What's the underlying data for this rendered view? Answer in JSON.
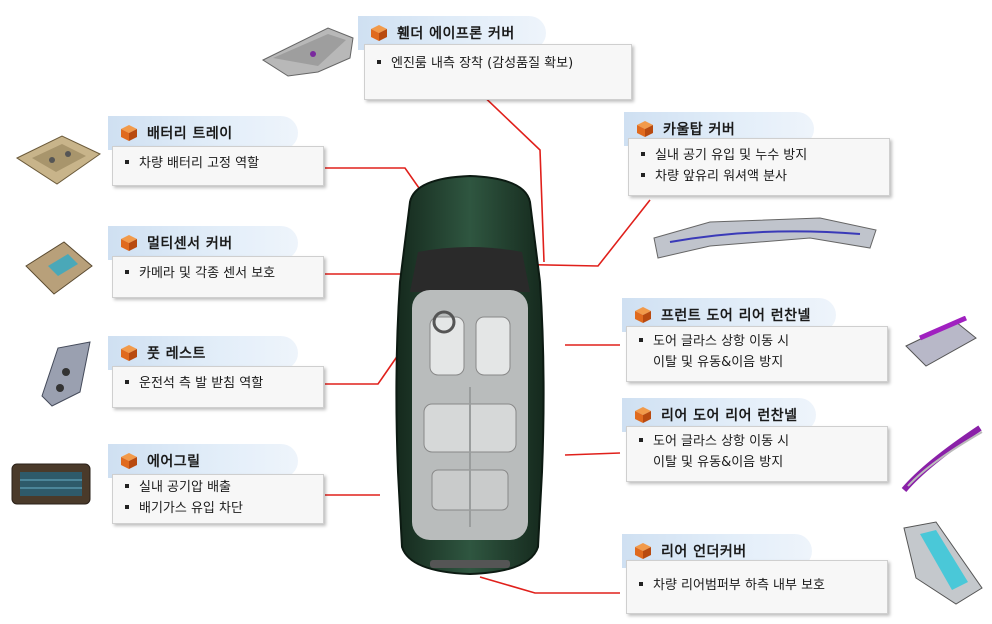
{
  "callouts": [
    {
      "id": "fender-apron-cover",
      "title": "휀더 에이프론 커버",
      "lines": [
        "엔진룸 내측 장착 (감성품질 확보)"
      ]
    },
    {
      "id": "battery-tray",
      "title": "배터리 트레이",
      "lines": [
        "차량 배터리 고정 역할"
      ]
    },
    {
      "id": "multi-sensor-cover",
      "title": "멀티센서 커버",
      "lines": [
        "카메라 및 각종 센서 보호"
      ]
    },
    {
      "id": "foot-rest",
      "title": "풋 레스트",
      "lines": [
        "운전석 측 발 받침 역할"
      ]
    },
    {
      "id": "air-grille",
      "title": "에어그릴",
      "lines": [
        "실내 공기압 배출",
        "배기가스 유입 차단"
      ]
    },
    {
      "id": "cowl-top-cover",
      "title": "카울탑 커버",
      "lines": [
        "실내 공기 유입 및 누수 방지",
        "차량 앞유리 워셔액 분사"
      ]
    },
    {
      "id": "front-door-rear-channel",
      "title": "프런트 도어 리어 런찬넬",
      "lines": [
        "도어 글라스 상항 이동 시",
        "이탈 및 유동&이음 방지"
      ]
    },
    {
      "id": "rear-door-rear-channel",
      "title": "리어 도어 리어 런찬넬",
      "lines": [
        "도어 글라스 상항 이동 시",
        "이탈 및 유동&이음 방지"
      ]
    },
    {
      "id": "rear-under-cover",
      "title": "리어 언더커버",
      "lines": [
        "차량 리어범퍼부 하측 내부 보호"
      ]
    }
  ],
  "colors": {
    "leader": "#e0201b",
    "cube": "#e06a1e",
    "body": "#1f3a2a"
  }
}
